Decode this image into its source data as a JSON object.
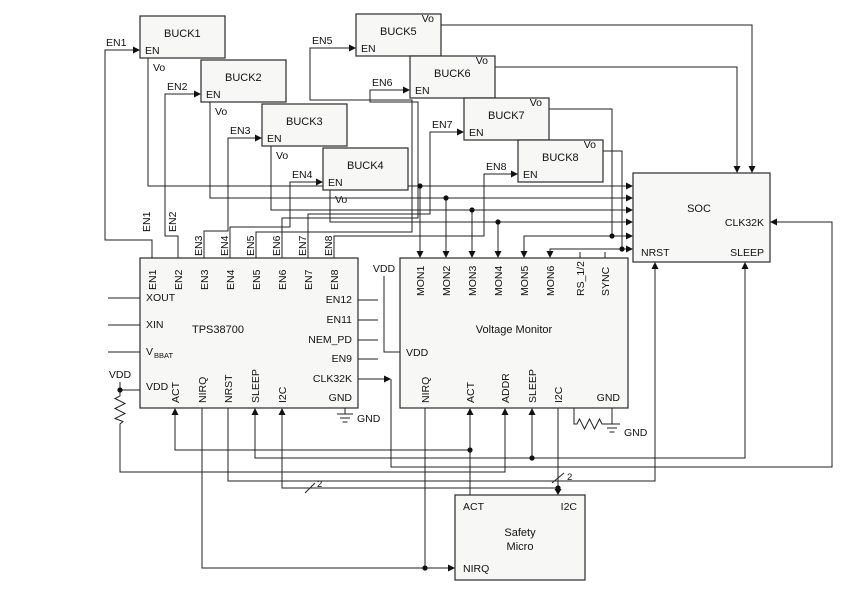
{
  "theme": {
    "line": "#222222",
    "box_fill": "#f7f7f5",
    "box_stroke": "#2b2b2b",
    "text": "#111111",
    "bg": "#ffffff"
  },
  "bucks": [
    {
      "title": "BUCK1",
      "en_pin": "EN",
      "vo": "Vo",
      "en_wire": "EN1"
    },
    {
      "title": "BUCK2",
      "en_pin": "EN",
      "vo": "Vo",
      "en_wire": "EN2"
    },
    {
      "title": "BUCK3",
      "en_pin": "EN",
      "vo": "Vo",
      "en_wire": "EN3"
    },
    {
      "title": "BUCK4",
      "en_pin": "EN",
      "vo": "Vo",
      "en_wire": "EN4"
    },
    {
      "title": "BUCK5",
      "en_pin": "EN",
      "vo": "Vo",
      "en_wire": "EN5"
    },
    {
      "title": "BUCK6",
      "en_pin": "EN",
      "vo": "Vo",
      "en_wire": "EN6"
    },
    {
      "title": "BUCK7",
      "en_pin": "EN",
      "vo": "Vo",
      "en_wire": "EN7"
    },
    {
      "title": "BUCK8",
      "en_pin": "EN",
      "vo": "Vo",
      "en_wire": "EN8"
    }
  ],
  "tps": {
    "title": "TPS38700",
    "top_pins": [
      "EN1",
      "EN2",
      "EN3",
      "EN4",
      "EN5",
      "EN6",
      "EN7",
      "EN8"
    ],
    "left": {
      "xout": "XOUT",
      "xin": "XIN",
      "vbbat_v": "V",
      "vbbat_sub": "BBAT",
      "vdd": "VDD"
    },
    "right": {
      "en12": "EN12",
      "en11": "EN11",
      "nem_pd": "NEM_PD",
      "en9": "EN9",
      "clk32k": "CLK32K",
      "gnd": "GND"
    },
    "bottom": {
      "act": "ACT",
      "nirq": "NIRQ",
      "nrst": "NRST",
      "sleep": "SLEEP",
      "i2c": "I2C"
    }
  },
  "monitor": {
    "title": "Voltage Monitor",
    "top_pins": [
      "MON1",
      "MON2",
      "MON3",
      "MON4",
      "MON5",
      "MON6",
      "RS_1/2",
      "SYNC"
    ],
    "vdd": "VDD",
    "bottom": {
      "nirq": "NIRQ",
      "act": "ACT",
      "addr": "ADDR",
      "sleep": "SLEEP",
      "i2c": "I2C"
    },
    "gnd": "GND"
  },
  "soc": {
    "title": "SOC",
    "clk32k": "CLK32K",
    "nrst": "NRST",
    "sleep": "SLEEP"
  },
  "safety": {
    "line1": "Safety",
    "line2": "Micro",
    "act": "ACT",
    "i2c": "I2C",
    "nirq": "NIRQ"
  },
  "power": {
    "vdd_left": "VDD",
    "vdd_right": "VDD",
    "gnd_left": "GND",
    "gnd_right": "GND"
  },
  "bus": {
    "a": "2",
    "b": "2"
  }
}
